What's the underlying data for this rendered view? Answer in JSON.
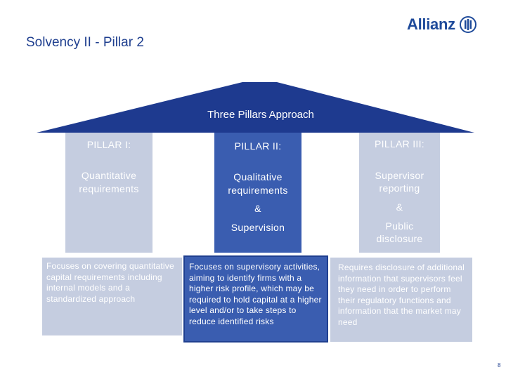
{
  "header": {
    "title": "Solvency II - Pillar 2",
    "logo_text": "Allianz"
  },
  "roof": {
    "label": "Three Pillars Approach"
  },
  "pillars": [
    {
      "heading": "PILLAR I:",
      "line1": "Quantitative",
      "line2": "requirements",
      "description": "Focuses on covering quantitative capital requirements including internal models and a standardized approach"
    },
    {
      "heading": "PILLAR II:",
      "line1": "Qualitative",
      "line2": "requirements",
      "amp": "&",
      "line3": "Supervision",
      "description": "Focuses on supervisory activities, aiming to identify firms with a higher risk profile, which may be required to hold capital at a higher level and/or to take steps to reduce identified risks"
    },
    {
      "heading": "PILLAR III:",
      "line1": "Supervisor",
      "line2": "reporting",
      "amp": "&",
      "line3": "Public",
      "line4": "disclosure",
      "description": "Requires disclosure of additional information that supervisors feel they need in order to perform their regulatory functions and information that the market may need"
    }
  ],
  "colors": {
    "roof": "#1e3a8f",
    "pillar_highlight": "#3a5db0",
    "pillar_muted": "#c5cde0",
    "brand": "#1e4a9a"
  },
  "footer": {
    "page_number": "8"
  }
}
